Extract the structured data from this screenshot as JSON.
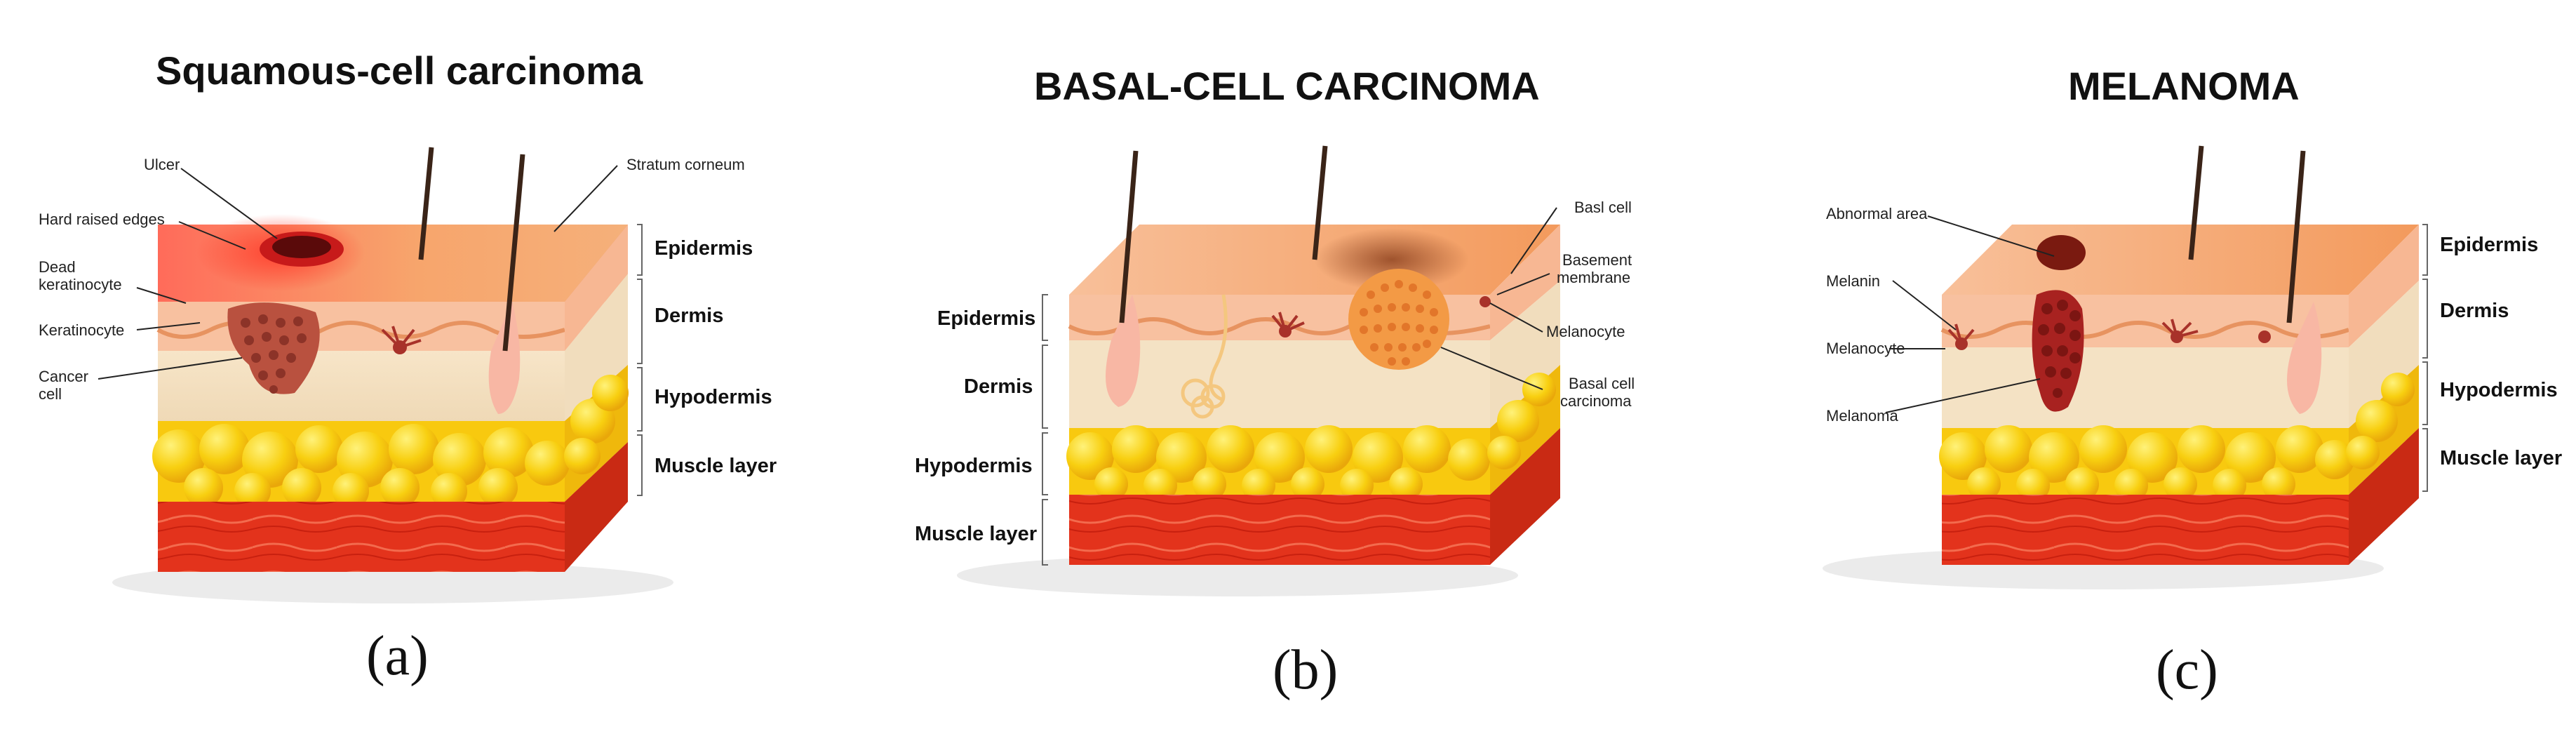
{
  "panel_a": {
    "title": "Squamous-cell carcinoma",
    "tag": "(a)",
    "labels": {
      "ulcer": "Ulcer",
      "hard_raised_edges": "Hard raised edges",
      "dead_keratinocyte_1": "Dead",
      "dead_keratinocyte_2": "keratinocyte",
      "keratinocyte": "Keratinocyte",
      "cancer_cell_1": "Cancer",
      "cancer_cell_2": "cell",
      "stratum_corneum": "Stratum corneum"
    },
    "layers": [
      "Epidermis",
      "Dermis",
      "Hypodermis",
      "Muscle layer"
    ]
  },
  "panel_b": {
    "title": "BASAL-CELL CARCINOMA",
    "tag": "(b)",
    "labels": {
      "basal_cell": "Basl cell",
      "basement_membrane_1": "Basement",
      "basement_membrane_2": "membrane",
      "melanocyte": "Melanocyte",
      "basal_cell_carcinoma_1": "Basal cell",
      "basal_cell_carcinoma_2": "carcinoma"
    },
    "layers": [
      "Epidermis",
      "Dermis",
      "Hypodermis",
      "Muscle layer"
    ]
  },
  "panel_c": {
    "title": "MELANOMA",
    "tag": "(c)",
    "labels": {
      "abnormal_area": "Abnormal area",
      "melanin": "Melanin",
      "melanocyte": "Melanocyte",
      "melanoma": "Melanoma"
    },
    "layers": [
      "Epidermis",
      "Dermis",
      "Hypodermis",
      "Muscle layer"
    ]
  },
  "colors": {
    "epidermis": "#f7b98c",
    "epidermis_top": "#f5a36b",
    "dermis": "#f4e2c4",
    "fat": "#f6c411",
    "muscle": "#e53a1f",
    "lesion_red": "#e8322a",
    "tumor": "#b0463a",
    "melanoma": "#a82220",
    "basal_tumor": "#f39a45",
    "hair": "#3a2418"
  }
}
